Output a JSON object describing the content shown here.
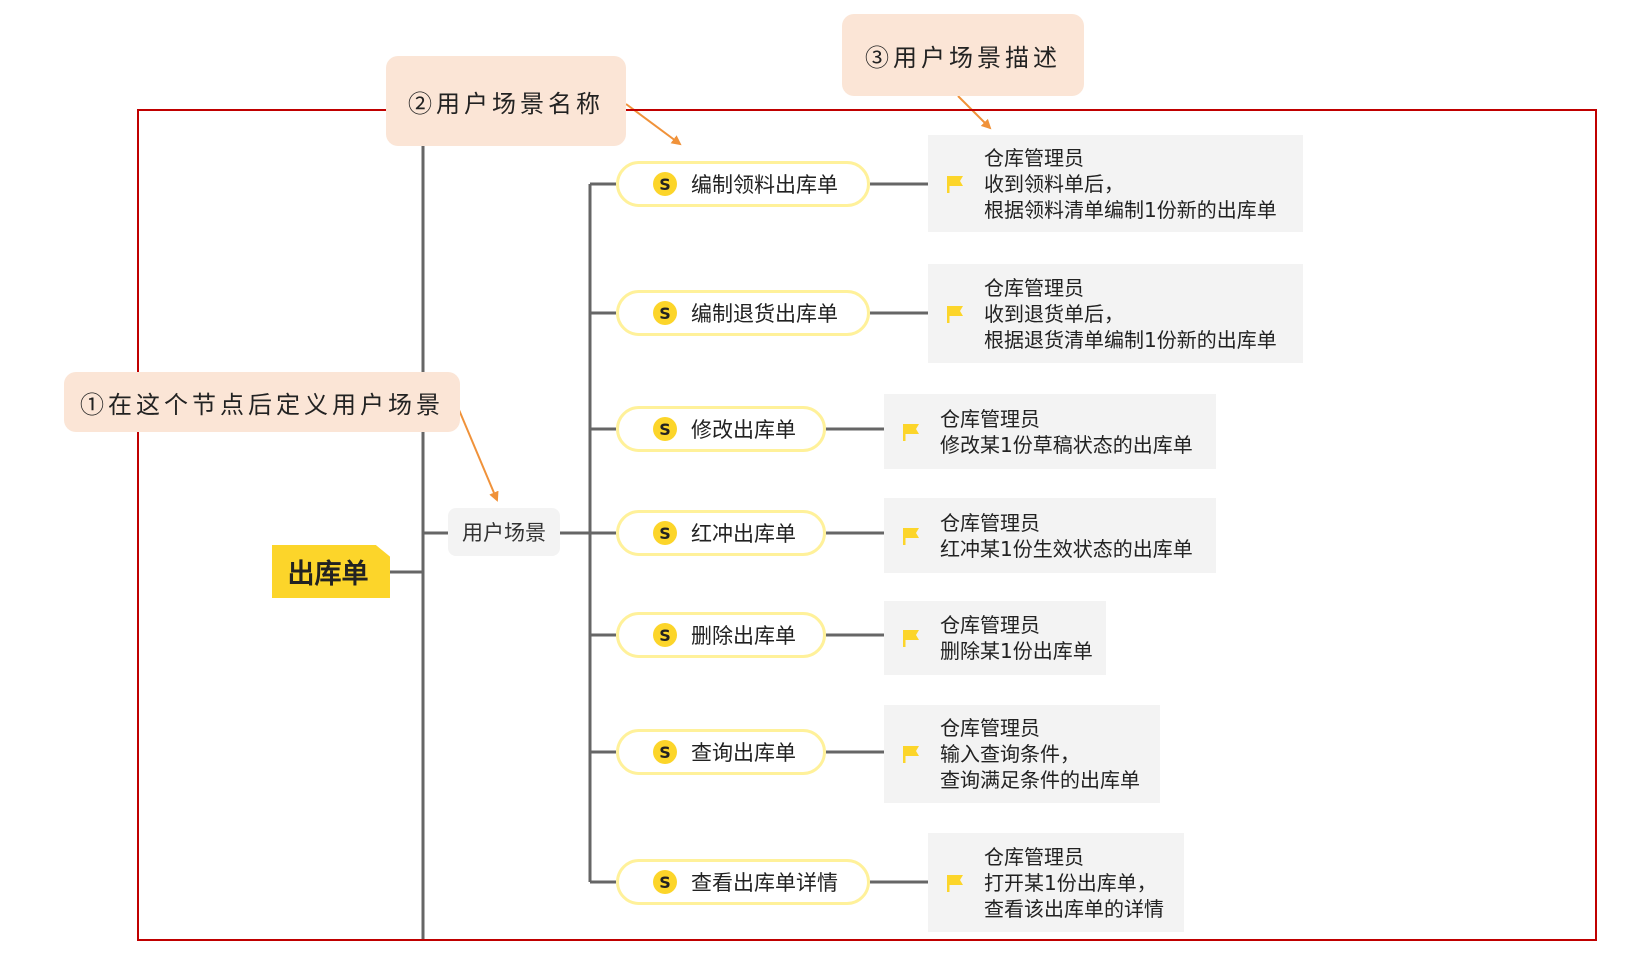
{
  "callouts": {
    "step1": "①在这个节点后定义用户场景",
    "step2": "②用户场景名称",
    "step3": "③用户场景描述"
  },
  "root": {
    "label": "出库单"
  },
  "branch": {
    "label": "用户场景"
  },
  "scenarios": [
    {
      "name": "编制领料出库单",
      "actor": "仓库管理员",
      "desc": [
        "收到领料单后，",
        "根据领料清单编制1份新的出库单"
      ]
    },
    {
      "name": "编制退货出库单",
      "actor": "仓库管理员",
      "desc": [
        "收到退货单后，",
        "根据退货清单编制1份新的出库单"
      ]
    },
    {
      "name": "修改出库单",
      "actor": "仓库管理员",
      "desc": [
        "修改某1份草稿状态的出库单"
      ]
    },
    {
      "name": "红冲出库单",
      "actor": "仓库管理员",
      "desc": [
        "红冲某1份生效状态的出库单"
      ]
    },
    {
      "name": "删除出库单",
      "actor": "仓库管理员",
      "desc": [
        "删除某1份出库单"
      ]
    },
    {
      "name": "查询出库单",
      "actor": "仓库管理员",
      "desc": [
        "输入查询条件，",
        "查询满足条件的出库单"
      ]
    },
    {
      "name": "查看出库单详情",
      "actor": "仓库管理员",
      "desc": [
        "打开某1份出库单，",
        "查看该出库单的详情"
      ]
    }
  ],
  "badge_letter": "S",
  "icons": {
    "flag": "flag-icon",
    "arrow": "arrow-icon"
  },
  "colors": {
    "frame": "#c00000",
    "callout_bg": "#fbe5d6",
    "arrow": "#f0923a",
    "root_fill": "#fcd52a",
    "scenario_border": "#fff19a",
    "badge_fill": "#fcd52a",
    "flag_fill": "#fcd52a",
    "connector": "#666666",
    "desc_bg": "#f3f3f3"
  }
}
